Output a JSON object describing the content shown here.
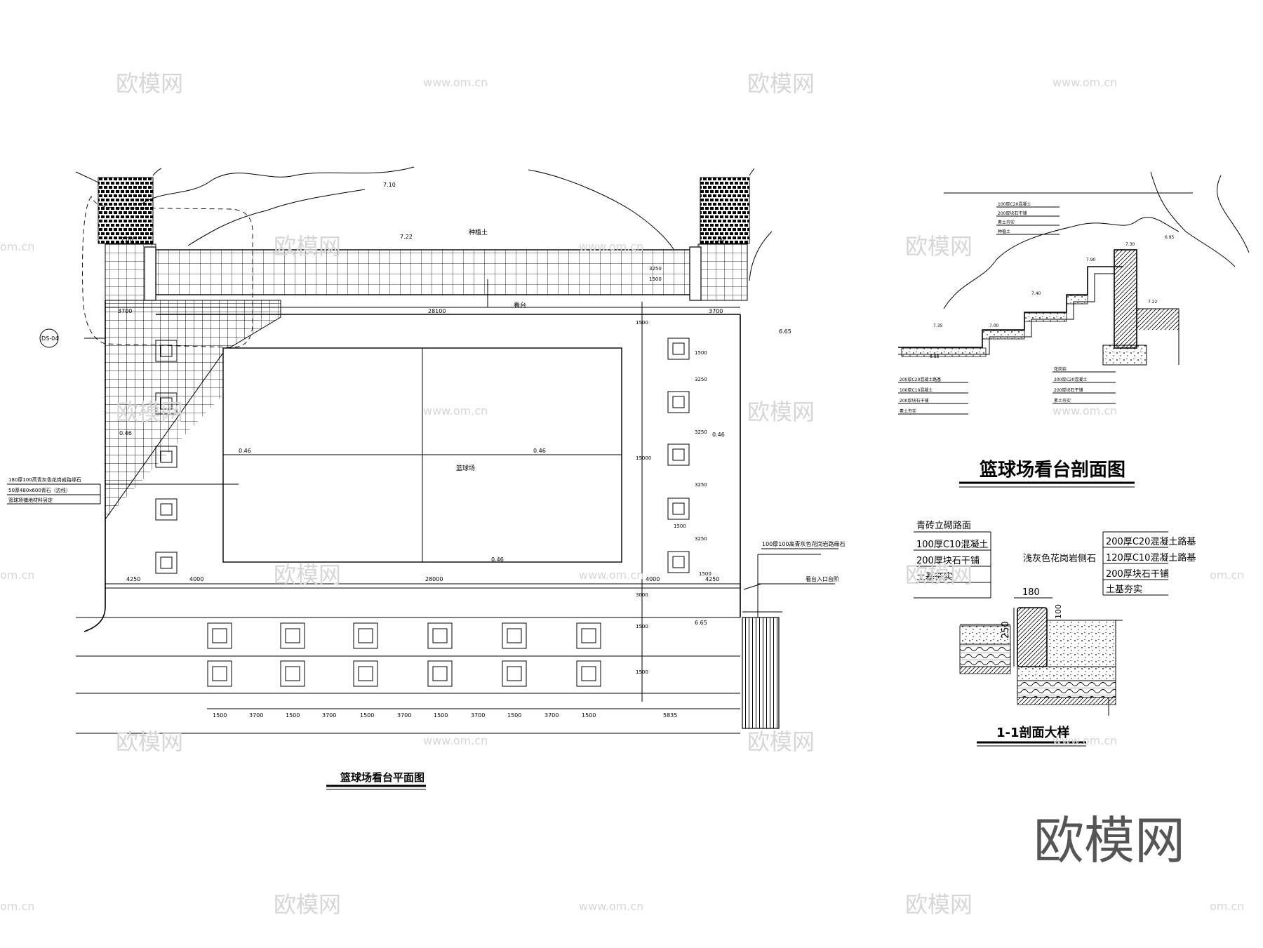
{
  "watermarks": {
    "brand": "欧模网",
    "site": "www.om.cn",
    "partial": "om.cn"
  },
  "logo": "欧模网",
  "plan": {
    "title": "篮球场看台平面图",
    "labels": {
      "soil": "种植土",
      "stand": "看台",
      "court": "篮球场",
      "detail_ref": "DS-04",
      "right_edge_note": "100厚100高青灰色花岗岩路缘石",
      "right_entry_note": "看台入口台阶"
    },
    "elevations": [
      "7.10",
      "7.22",
      "7.00",
      "7.00",
      "6.65",
      "0.46",
      "0.46",
      "0.46",
      "0.46",
      "0.46",
      "6.65"
    ],
    "left_callout": [
      "180厚100高青灰色花岗岩路缘石",
      "50厚480x600青石（边线）",
      "篮球场铺地材料另定"
    ],
    "dims_top": [
      "3700",
      "28100",
      "3700"
    ],
    "dims_mid": [
      "4250",
      "4000",
      "28000",
      "4000",
      "4250"
    ],
    "dims_right": [
      "1500",
      "3250",
      "3250",
      "3250",
      "3250",
      "1500",
      "15000",
      "1500",
      "3000",
      "1500"
    ],
    "dims_top_right": [
      "1500",
      "3250",
      "1500"
    ],
    "dims_bottom": [
      "1500",
      "3700",
      "1500",
      "3700",
      "1500",
      "3700",
      "1500",
      "3700",
      "1500",
      "3700",
      "1500",
      "5835"
    ],
    "dim_right_small": "1500"
  },
  "section": {
    "title": "篮球场看台剖面图",
    "elevations": [
      "7.35",
      "6.85",
      "7.00",
      "7.40",
      "7.90",
      "7.30",
      "7.22",
      "6.95"
    ],
    "left_notes": [
      "200厚C20混凝土路基",
      "100厚C10混凝土",
      "200厚块石干铺",
      "素土夯实"
    ],
    "right_notes": [
      "花岗岩",
      "200厚C20混凝土",
      "200厚块石干铺",
      "素土夯实"
    ],
    "top_notes": [
      "100厚C20混凝土",
      "200厚块石干铺",
      "素土夯实",
      "种植土"
    ]
  },
  "detail": {
    "title": "1-1剖面大样",
    "left_labels": [
      "青砖立砌路面",
      "100厚C10混凝土",
      "200厚块石干铺",
      "土基夯实"
    ],
    "center_label": "浅灰色花岗岩侧石",
    "right_labels": [
      "200厚C20混凝土路基",
      "120厚C10混凝土路基",
      "200厚块石干铺",
      "土基夯实"
    ],
    "dims": [
      "180",
      "250",
      "100"
    ]
  }
}
